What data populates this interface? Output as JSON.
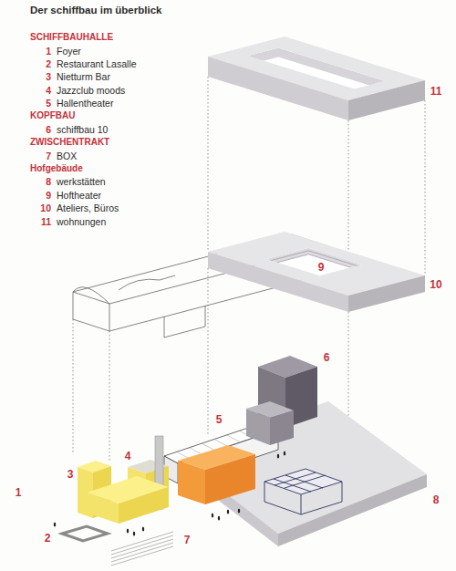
{
  "diagram": {
    "title": "Der schiffbau im überblick",
    "labels": [
      "SCHIFFBAUHALLE",
      "1",
      "Foyer",
      "2",
      "Restaurant Lasalle",
      "3",
      "Nietturm Bar",
      "4",
      "Jazzclub moods",
      "5",
      "Hallentheater",
      "KOPFBAU",
      "6",
      "schiffbau 10",
      "ZWISCHENTRAKT",
      "7",
      "BOX",
      "Hofgebäude",
      "8",
      "werkstätten",
      "9",
      "Hoftheater",
      "10",
      "Ateliers, Büros",
      "11",
      "wohnungen",
      "11",
      "10",
      "9",
      "6",
      "5",
      "3",
      "4",
      "1",
      "2",
      "7",
      "8"
    ]
  }
}
